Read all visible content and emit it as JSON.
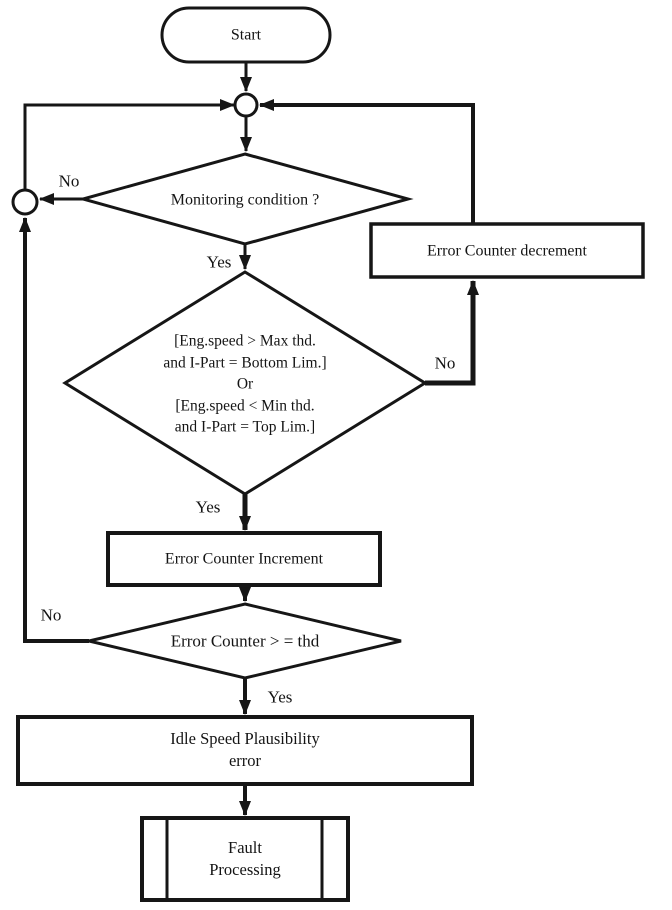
{
  "diagram": {
    "type": "flowchart",
    "background": "#ffffff",
    "stroke_color": "#161616",
    "nodes": {
      "start": {
        "type": "terminator",
        "label": "Start"
      },
      "monitoring": {
        "type": "decision",
        "label": "Monitoring condition ?"
      },
      "error_counter_decrement": {
        "type": "process",
        "label": "Error Counter decrement"
      },
      "speed_condition": {
        "type": "decision",
        "lines": [
          "[Eng.speed > Max thd.",
          "and I-Part = Bottom Lim.]",
          "Or",
          "[Eng.speed < Min thd.",
          "and I-Part = Top Lim.]"
        ]
      },
      "error_counter_increment": {
        "type": "process",
        "label": "Error Counter Increment"
      },
      "error_counter_threshold": {
        "type": "decision",
        "label": "Error Counter > = thd"
      },
      "idle_speed_plausibility_error": {
        "type": "process",
        "lines": [
          "Idle Speed Plausibility",
          "error"
        ]
      },
      "fault_processing": {
        "type": "predefined_process",
        "lines": [
          "Fault",
          "Processing"
        ]
      }
    },
    "edge_labels": {
      "monitoring_no": "No",
      "monitoring_yes": "Yes",
      "speed_condition_no": "No",
      "speed_condition_yes": "Yes",
      "threshold_no": "No",
      "threshold_yes": "Yes"
    }
  }
}
